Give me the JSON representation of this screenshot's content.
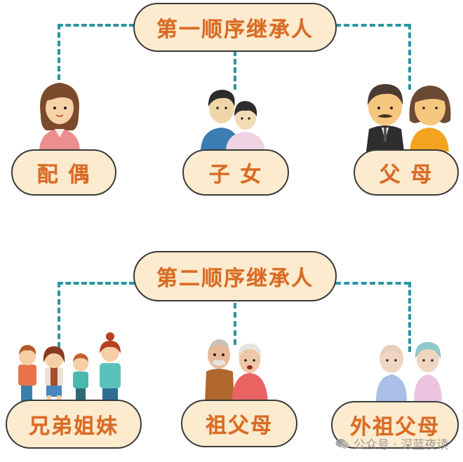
{
  "first_order": {
    "title": "第一顺序继承人",
    "heirs": [
      {
        "label": "配 偶",
        "figure": "spouse-woman-icon"
      },
      {
        "label": "子 女",
        "figure": "children-icon"
      },
      {
        "label": "父 母",
        "figure": "parents-icon"
      }
    ]
  },
  "second_order": {
    "title": "第二顺序继承人",
    "heirs": [
      {
        "label": "兄弟姐妹",
        "figure": "siblings-icon"
      },
      {
        "label": "祖父母",
        "figure": "paternal-grandparents-icon"
      },
      {
        "label": "外祖父母",
        "figure": "maternal-grandparents-icon"
      }
    ]
  },
  "watermark": {
    "text": "公众号 · 深蓝夜读",
    "icon": "wechat-icon"
  },
  "colors": {
    "pill_fill": "#fcebcf",
    "pill_border": "#3a3a3a",
    "label_text": "#d96b24",
    "connector": "#2a95a3"
  }
}
